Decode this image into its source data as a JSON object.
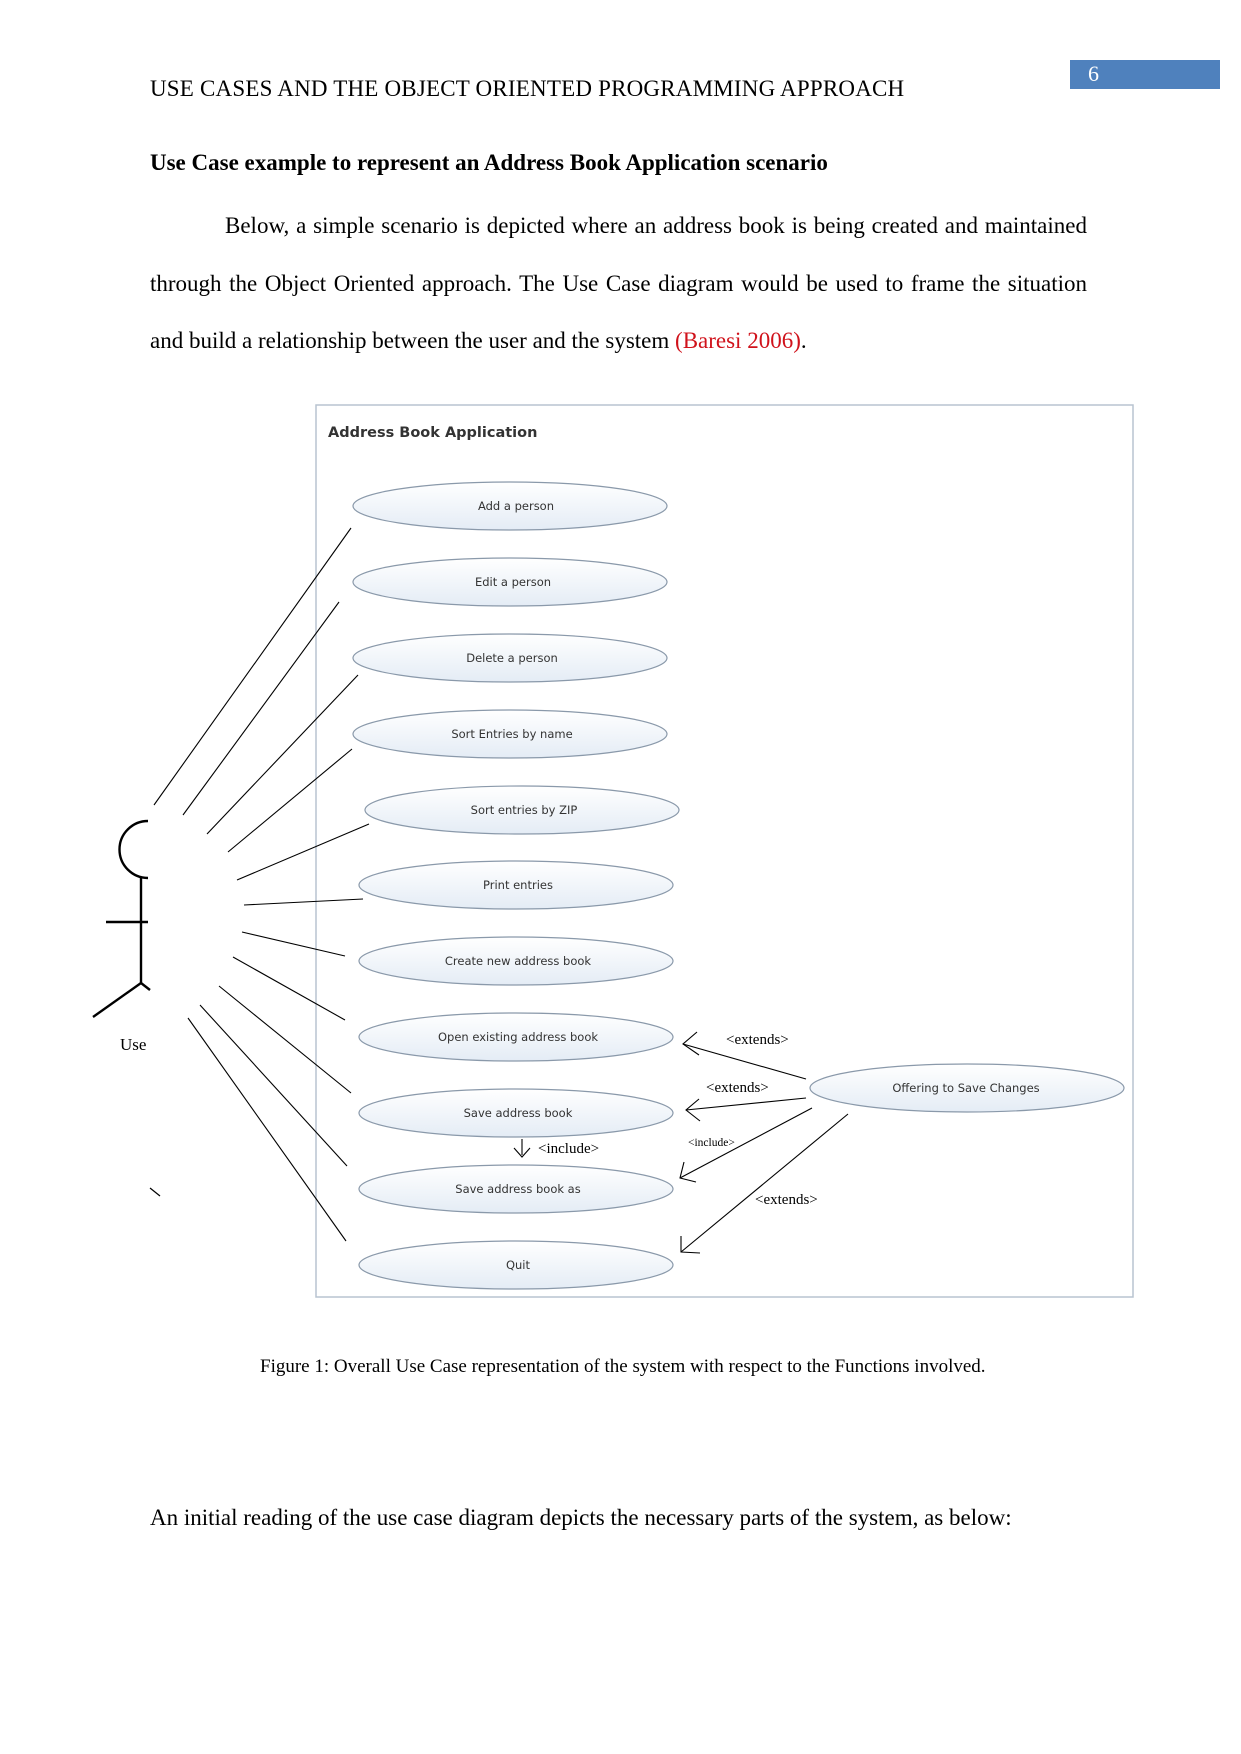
{
  "header": {
    "running_head": "USE CASES AND THE OBJECT ORIENTED PROGRAMMING APPROACH",
    "page_number": "6",
    "page_number_color": "#4f81bd"
  },
  "section": {
    "heading": "Use Case example to represent an Address Book Application scenario",
    "paragraph_text": "Below, a simple scenario is depicted where an address book is being created and maintained through the Object Oriented approach. The Use Case diagram would be used to frame the situation and build a relationship between the user and the system ",
    "citation": "(Baresi 2006)",
    "citation_color": "#d0121b",
    "paragraph_end": "."
  },
  "diagram": {
    "system_title": "Address Book Application",
    "actor_label": "Use",
    "use_cases": [
      "Add a person",
      "Edit a person",
      "Delete a person",
      "Sort Entries by name",
      "Sort entries by ZIP",
      "Print entries",
      "Create new address book",
      "Open existing address book",
      "Save address book",
      "Save address book as",
      "Quit"
    ],
    "extension_case": "Offering to Save Changes",
    "relationship_labels": {
      "extends_open": "<extends>",
      "extends_save": "<extends>",
      "include_save_as": "<include>",
      "include_offering": "<include>",
      "extends_quit": "<extends>"
    }
  },
  "figure": {
    "caption": "Figure 1: Overall Use Case representation of the system with respect to the Functions involved."
  },
  "closing": {
    "paragraph": "An initial reading of the use case diagram depicts the necessary parts of the system, as below:"
  }
}
